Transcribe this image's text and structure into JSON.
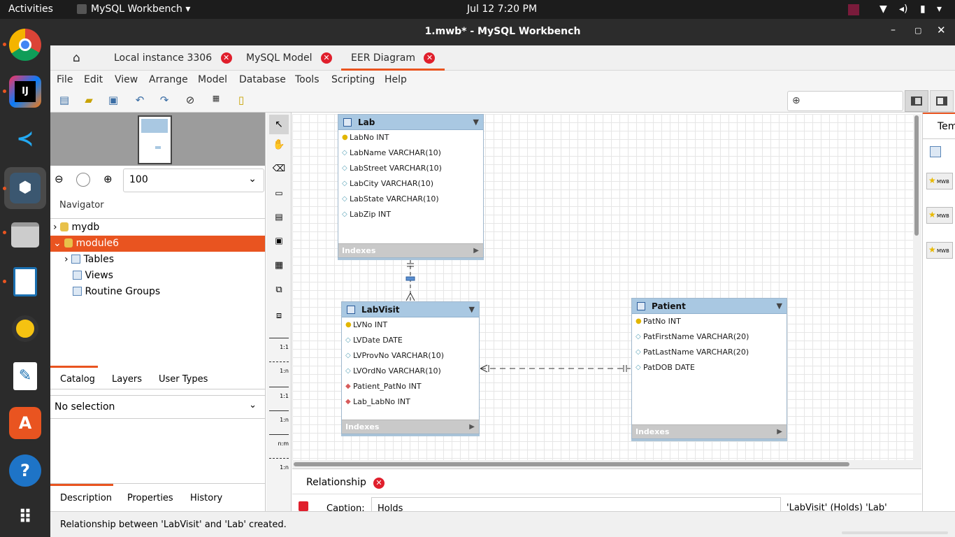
{
  "topbar": {
    "activities": "Activities",
    "app": "MySQL Workbench",
    "clock": "Jul 12  7:20 PM"
  },
  "window": {
    "title": "1.mwb* - MySQL Workbench"
  },
  "tabs": [
    {
      "label": "Local instance 3306"
    },
    {
      "label": "MySQL Model"
    },
    {
      "label": "EER Diagram"
    }
  ],
  "menu": [
    "File",
    "Edit",
    "View",
    "Arrange",
    "Model",
    "Database",
    "Tools",
    "Scripting",
    "Help"
  ],
  "zoom": {
    "value": "100"
  },
  "navigator": {
    "title": "Navigator"
  },
  "tree": [
    {
      "label": "mydb"
    },
    {
      "label": "module6"
    },
    {
      "label": "Tables"
    },
    {
      "label": "Views"
    },
    {
      "label": "Routine Groups"
    }
  ],
  "catalog_tabs": [
    "Catalog",
    "Layers",
    "User Types"
  ],
  "selection": "No selection",
  "desc_tabs": [
    "Description",
    "Properties",
    "History"
  ],
  "tool_labels": [
    "1:1",
    "1:n",
    "1:1",
    "1:n",
    "n:m",
    "1:n"
  ],
  "tables": {
    "lab": {
      "name": "Lab",
      "cols": [
        "LabNo INT",
        "LabName VARCHAR(10)",
        "LabStreet VARCHAR(10)",
        "LabCity VARCHAR(10)",
        "LabState VARCHAR(10)",
        "LabZip INT"
      ],
      "indexes": "Indexes"
    },
    "labvisit": {
      "name": "LabVisit",
      "cols": [
        "LVNo INT",
        "LVDate DATE",
        "LVProvNo VARCHAR(10)",
        "LVOrdNo VARCHAR(10)",
        "Patient_PatNo INT",
        "Lab_LabNo INT"
      ],
      "indexes": "Indexes"
    },
    "patient": {
      "name": "Patient",
      "cols": [
        "PatNo INT",
        "PatFirstName VARCHAR(20)",
        "PatLastName VARCHAR(20)",
        "PatDOB DATE"
      ],
      "indexes": "Indexes"
    }
  },
  "right_panel": {
    "tab": "Tem",
    "badge": "MWB"
  },
  "relationship": {
    "tab": "Relationship",
    "caption_label": "Caption:",
    "caption_value": "Holds",
    "summary": "'LabVisit' (Holds) 'Lab'"
  },
  "status": "Relationship between 'LabVisit' and 'Lab' created."
}
